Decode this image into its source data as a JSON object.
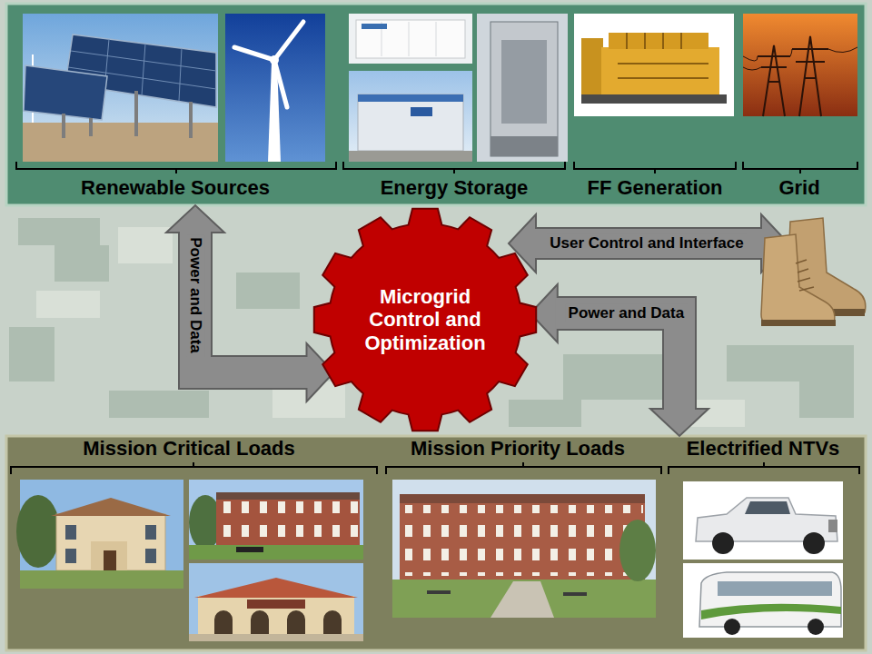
{
  "diagram": {
    "nodes": [
      {
        "text": [
          "Renewable Sources",
          "Energy Storage",
          "FF Generation",
          "Grid"
        ]
      },
      {
        "text": [
          "Microgrid Control and Optimization"
        ]
      },
      {
        "text": [
          "Mission Critical Loads",
          "Mission Priority Loads",
          "Electrified NTVs"
        ]
      }
    ],
    "edges": [
      {
        "from": 0,
        "to": 1,
        "arrow": "both",
        "label": "Power and Data"
      },
      {
        "from": 1,
        "to": 2,
        "arrow": "both",
        "label": "Power and Data"
      }
    ],
    "labels": [
      "User Control and Interface"
    ]
  }
}
